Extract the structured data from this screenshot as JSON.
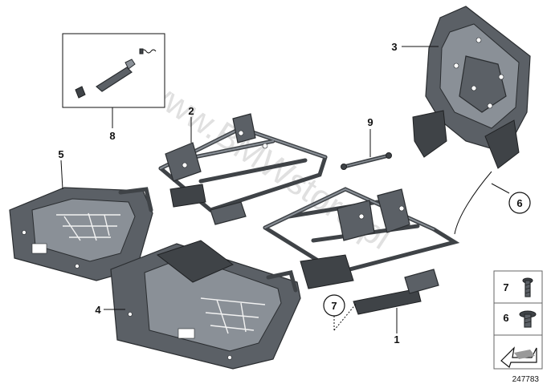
{
  "callouts": {
    "c1": "1",
    "c2": "2",
    "c3": "3",
    "c4": "4",
    "c5": "5",
    "c6": "6",
    "c7": "7",
    "c8": "8",
    "c9": "9"
  },
  "legend": {
    "item7": "7",
    "item6": "6"
  },
  "watermark": "www.BMWstore.pl",
  "doc_number": "247783"
}
